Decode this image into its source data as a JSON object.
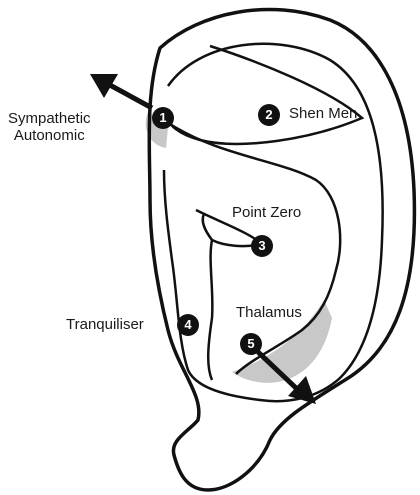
{
  "labels": {
    "sympathetic_line1": "Sympathetic",
    "sympathetic_line2": "Autonomic",
    "shen_men": "Shen Men",
    "point_zero": "Point Zero",
    "thalamus": "Thalamus",
    "tranquiliser": "Tranquiliser"
  },
  "markers": [
    "1",
    "2",
    "3",
    "4",
    "5"
  ],
  "colors": {
    "outline": "#111111",
    "shaded_region": "#c8c8c8",
    "marker_fill": "#111111",
    "marker_text": "#ffffff"
  }
}
